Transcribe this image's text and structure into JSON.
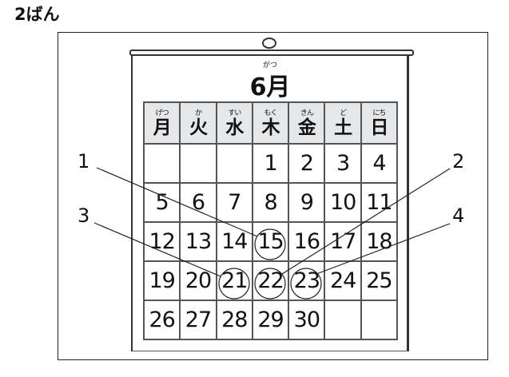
{
  "title": "2ばん",
  "calendar": {
    "month": "6月",
    "month_ruby": "がつ",
    "weekdays": [
      {
        "kanji": "月",
        "ruby": "げつ"
      },
      {
        "kanji": "火",
        "ruby": "か"
      },
      {
        "kanji": "水",
        "ruby": "すい"
      },
      {
        "kanji": "木",
        "ruby": "もく"
      },
      {
        "kanji": "金",
        "ruby": "きん"
      },
      {
        "kanji": "土",
        "ruby": "ど"
      },
      {
        "kanji": "日",
        "ruby": "にち"
      }
    ],
    "weeks": [
      [
        "",
        "",
        "",
        "1",
        "2",
        "3",
        "4"
      ],
      [
        "5",
        "6",
        "7",
        "8",
        "9",
        "10",
        "11"
      ],
      [
        "12",
        "13",
        "14",
        "15",
        "16",
        "17",
        "18"
      ],
      [
        "19",
        "20",
        "21",
        "22",
        "23",
        "24",
        "25"
      ],
      [
        "26",
        "27",
        "28",
        "29",
        "30",
        "",
        ""
      ]
    ]
  },
  "callouts": [
    {
      "label": "1",
      "date": "15"
    },
    {
      "label": "2",
      "date": "22"
    },
    {
      "label": "3",
      "date": "21"
    },
    {
      "label": "4",
      "date": "23"
    }
  ]
}
